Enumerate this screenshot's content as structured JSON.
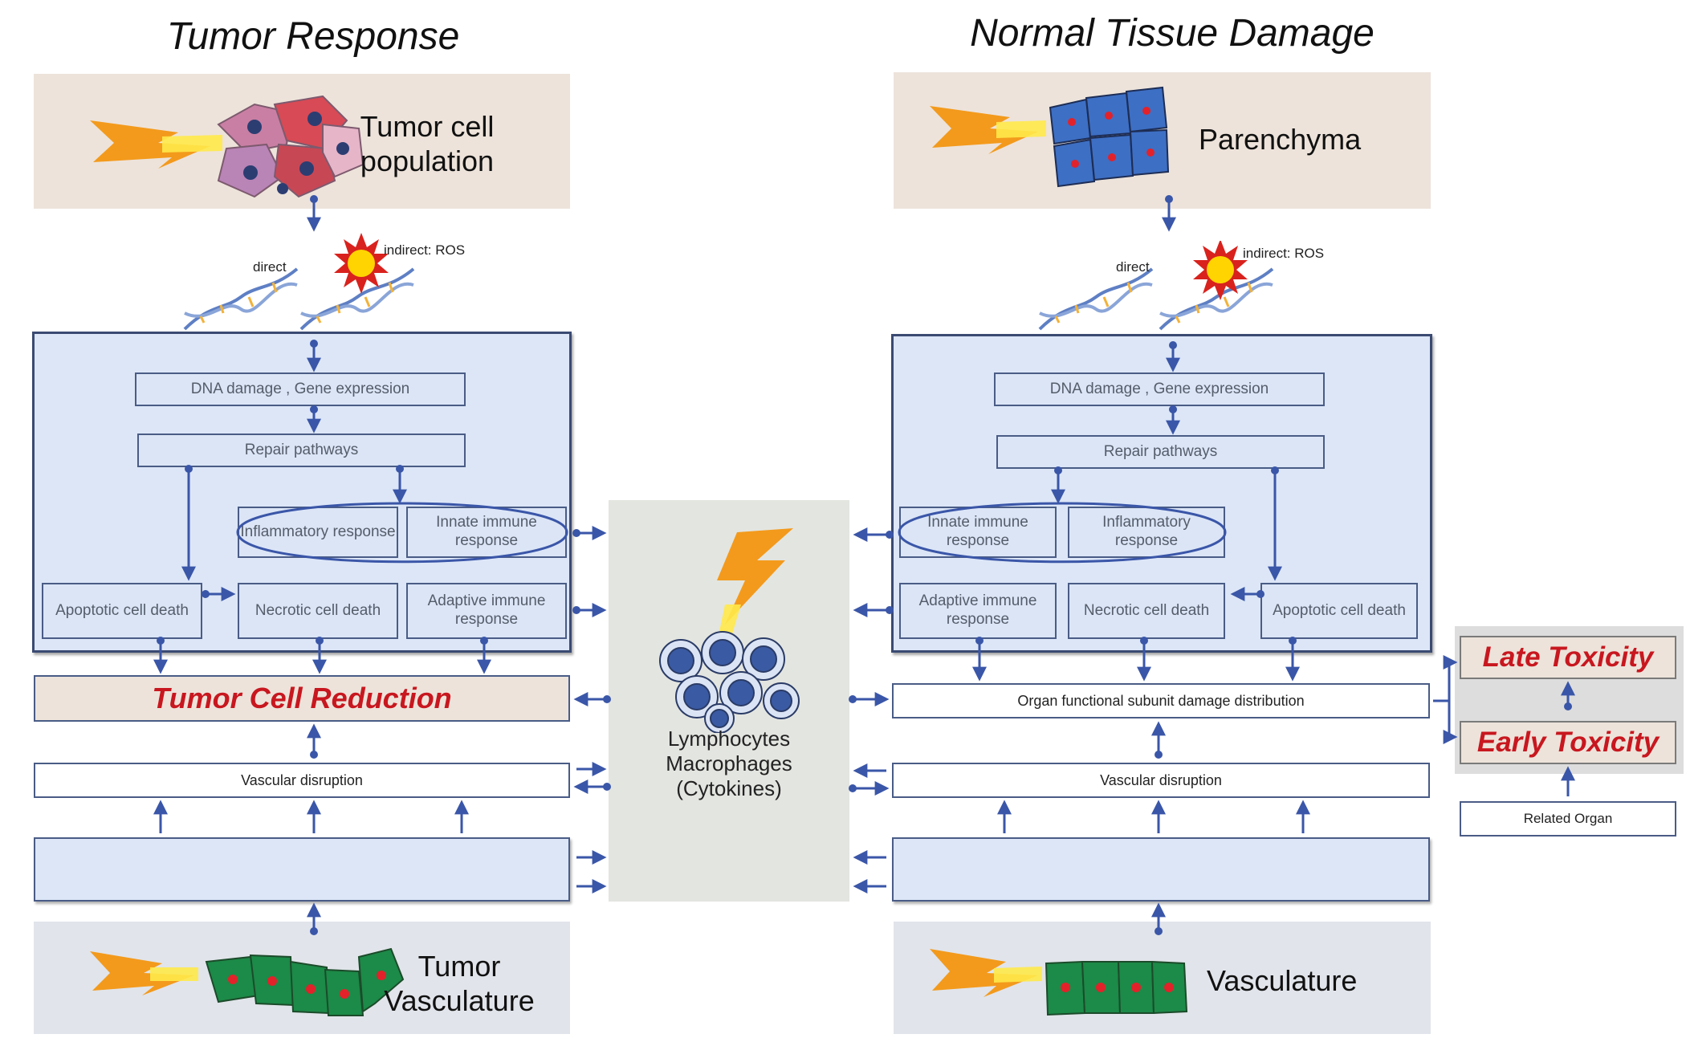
{
  "tumor": {
    "title": "Tumor Response",
    "population": "Tumor cell population",
    "direct": "direct",
    "indirect": "indirect: ROS",
    "dna": "DNA damage , Gene expression",
    "repair": "Repair pathways",
    "inflammatory": "Inflammatory response",
    "innate": "Innate immune response",
    "apoptotic": "Apoptotic cell death",
    "necrotic": "Necrotic cell death",
    "adaptive": "Adaptive immune response",
    "reduction": "Tumor Cell Reduction",
    "vascular_disruption": "Vascular disruption",
    "vasculature": "Tumor Vasculature"
  },
  "normal": {
    "title": "Normal Tissue Damage",
    "population": "Parenchyma",
    "direct": "direct",
    "indirect": "indirect: ROS",
    "dna": "DNA damage , Gene expression",
    "repair": "Repair pathways",
    "innate": "Innate immune response",
    "inflammatory": "Inflammatory response",
    "adaptive": "Adaptive immune response",
    "necrotic": "Necrotic cell death",
    "apoptotic": "Apoptotic cell death",
    "organ_damage": "Organ functional subunit damage distribution",
    "vascular_disruption": "Vascular disruption",
    "vasculature": "Vasculature"
  },
  "center": {
    "label": "Lymphocytes Macrophages (Cytokines)"
  },
  "toxicity": {
    "late": "Late Toxicity",
    "early": "Early Toxicity",
    "related_organ": "Related Organ"
  },
  "colors": {
    "connector": "#3a56a8",
    "accent_red": "#c8171f",
    "panel_blue": "#dce6f7",
    "population_bg": "#ede3da"
  }
}
